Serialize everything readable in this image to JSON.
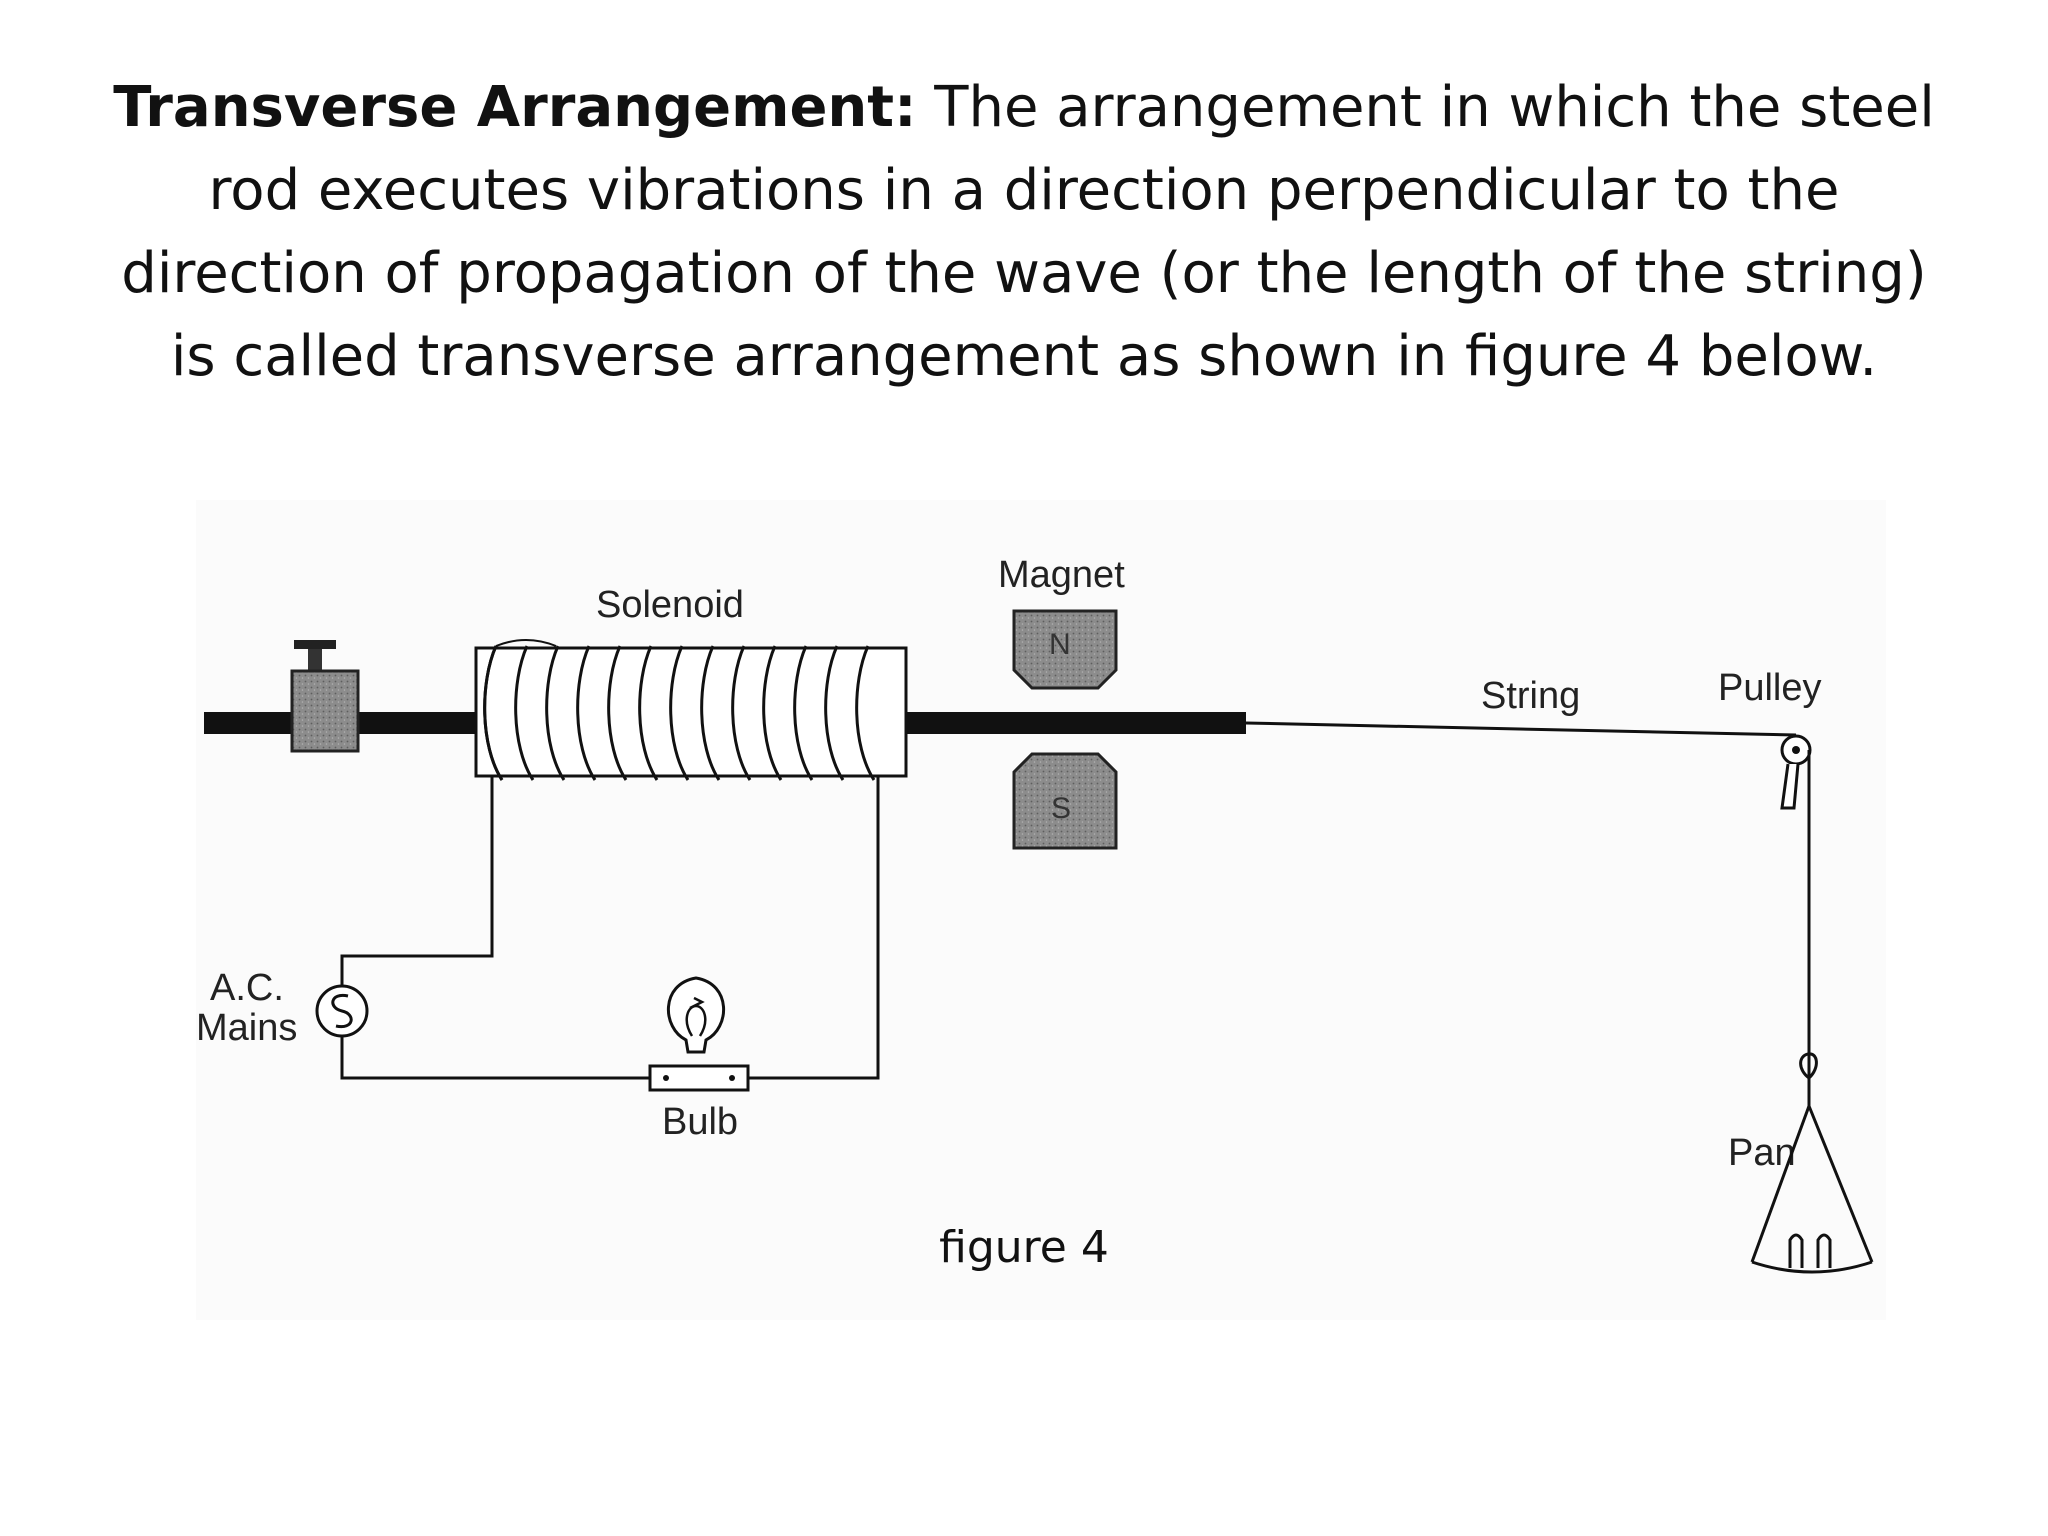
{
  "heading": {
    "lead": "Transverse Arrangement:",
    "body": " The arrangement in which the steel rod executes vibrations in a direction perpendicular to the direction of propagation of the wave (or the length of the string) is called transverse arrangement as shown in figure 4 below."
  },
  "figure": {
    "labels": {
      "solenoid": "Solenoid",
      "magnet": "Magnet",
      "north": "N",
      "south": "S",
      "string": "String",
      "pulley": "Pulley",
      "ac_line1": "A.C.",
      "ac_line2": "Mains",
      "bulb": "Bulb",
      "pan": "Pan"
    },
    "caption": "figure 4"
  },
  "colors": {
    "ink": "#111111",
    "magnet_fill": "#8c8c8c"
  }
}
